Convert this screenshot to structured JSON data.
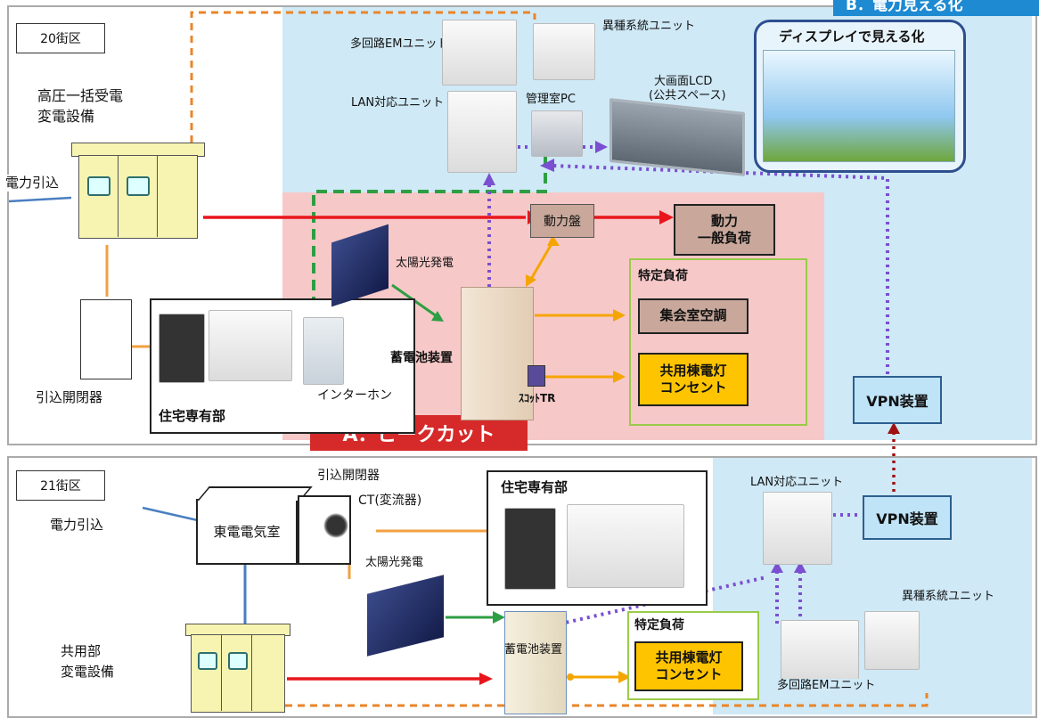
{
  "blocks": {
    "block20": "20街区",
    "block21": "21街区"
  },
  "banners": {
    "peak_cut": "A．ピークカット",
    "visualization": "B．電力見える化"
  },
  "top": {
    "hv_receiving_line1": "高圧一括受電",
    "hv_receiving_line2": "変電設備",
    "power_intake": "電力引込",
    "multi_em_unit": "多回路EMユニット",
    "foreign_system_unit": "異種系統ユニット",
    "lan_unit": "LAN対応ユニット",
    "admin_pc": "管理室PC",
    "large_lcd_line1": "大画面LCD",
    "large_lcd_line2": "(公共スペース)",
    "display_bubble": "ディスプレイで見える化",
    "power_panel": "動力盤",
    "power_load_line1": "動力",
    "power_load_line2": "一般負荷",
    "solar": "太陽光発電",
    "specific_load": "特定負荷",
    "meeting_ac": "集会室空調",
    "common_light_line1": "共用棟電灯",
    "common_light_line2": "コンセント",
    "battery": "蓄電池装置",
    "scott_tr": "ｽｺｯﾄTR",
    "intake_switch": "引込開閉器",
    "residence": "住宅専有部",
    "intercom": "インターホン",
    "vpn": "VPN装置"
  },
  "bottom": {
    "intake_switch": "引込開閉器",
    "ct": "CT(変流器)",
    "power_intake": "電力引込",
    "tepco_room": "東電電気室",
    "residence": "住宅専有部",
    "solar": "太陽光発電",
    "lan_unit": "LAN対応ユニット",
    "vpn": "VPN装置",
    "foreign_system_unit": "異種系統ユニット",
    "battery": "蓄電池装置",
    "specific_load": "特定負荷",
    "common_light_line1": "共用棟電灯",
    "common_light_line2": "コンセント",
    "multi_em_unit": "多回路EMユニット",
    "common_sub_line1": "共用部",
    "common_sub_line2": "変電設備"
  },
  "colors": {
    "power_line": "#e8161c",
    "orange_line": "#f5a030",
    "green_line": "#2e9e44",
    "comm_line": "#7a4fd0",
    "vpn_link": "#a01010",
    "peak_zone": "#f7c8c8",
    "view_zone": "#cfe9f6",
    "substation": "#f6f4b0"
  }
}
